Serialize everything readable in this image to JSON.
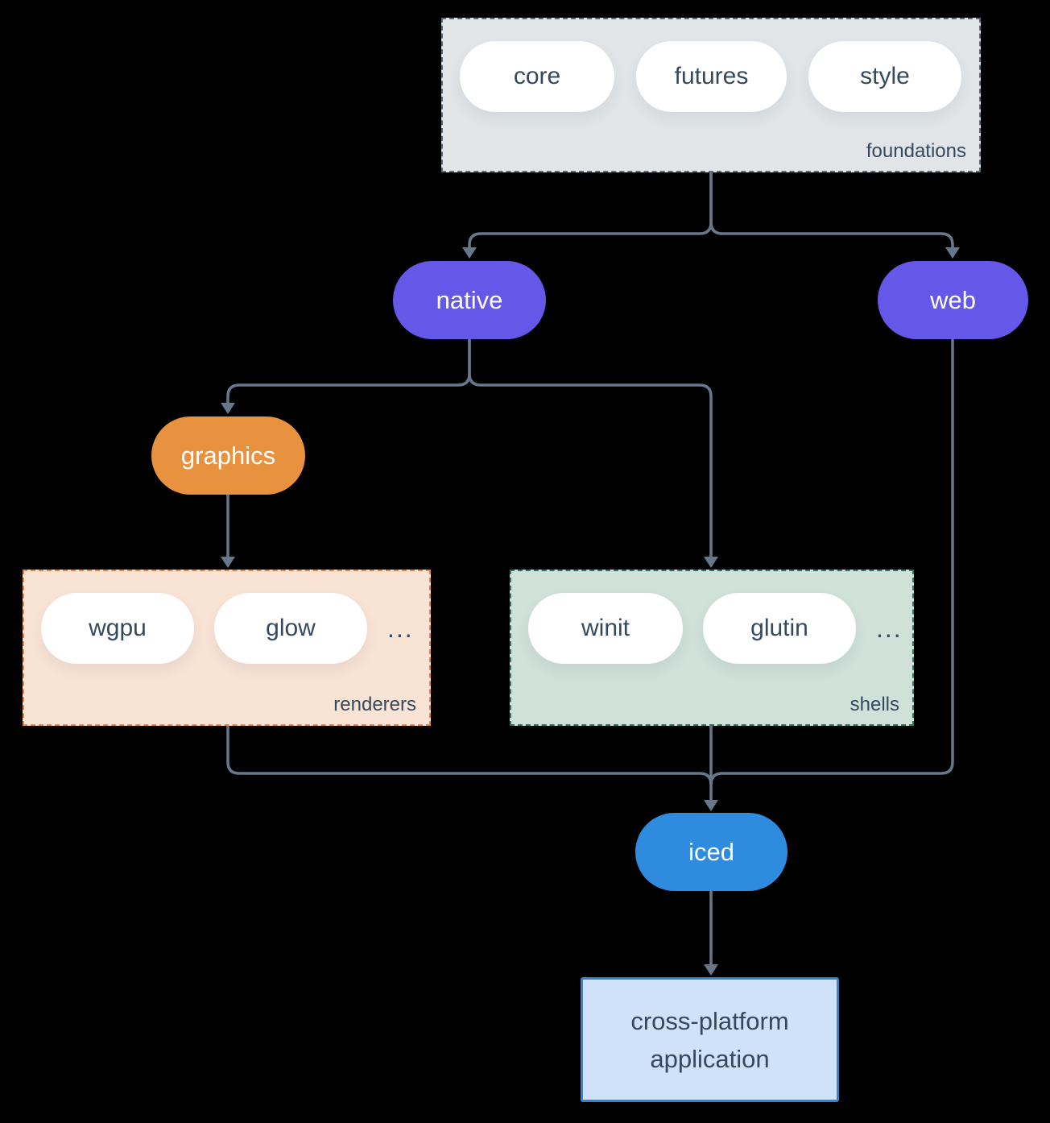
{
  "colors": {
    "background": "#000000",
    "arrow": "#68788c",
    "text_dark": "#35495e",
    "node_purple": "#6557e8",
    "node_orange": "#e8913f",
    "node_blue": "#2e8bde",
    "foundations_fill": "#e1e5e8",
    "foundations_border": "#5c6b7a",
    "renderers_fill": "#f9e3d5",
    "renderers_border": "#e8823c",
    "shells_fill": "#d0e1da",
    "shells_border": "#2f7265",
    "application_fill": "#cfe2f7",
    "application_border": "#2e86d8"
  },
  "groups": {
    "foundations": {
      "label": "foundations",
      "pills": [
        {
          "label": "core"
        },
        {
          "label": "futures"
        },
        {
          "label": "style"
        }
      ]
    },
    "renderers": {
      "label": "renderers",
      "pills": [
        {
          "label": "wgpu"
        },
        {
          "label": "glow"
        }
      ],
      "ellipsis": "..."
    },
    "shells": {
      "label": "shells",
      "pills": [
        {
          "label": "winit"
        },
        {
          "label": "glutin"
        }
      ],
      "ellipsis": "..."
    }
  },
  "nodes": {
    "native": {
      "label": "native"
    },
    "web": {
      "label": "web"
    },
    "graphics": {
      "label": "graphics"
    },
    "iced": {
      "label": "iced"
    },
    "application": {
      "line1": "cross-platform",
      "line2": "application"
    }
  }
}
